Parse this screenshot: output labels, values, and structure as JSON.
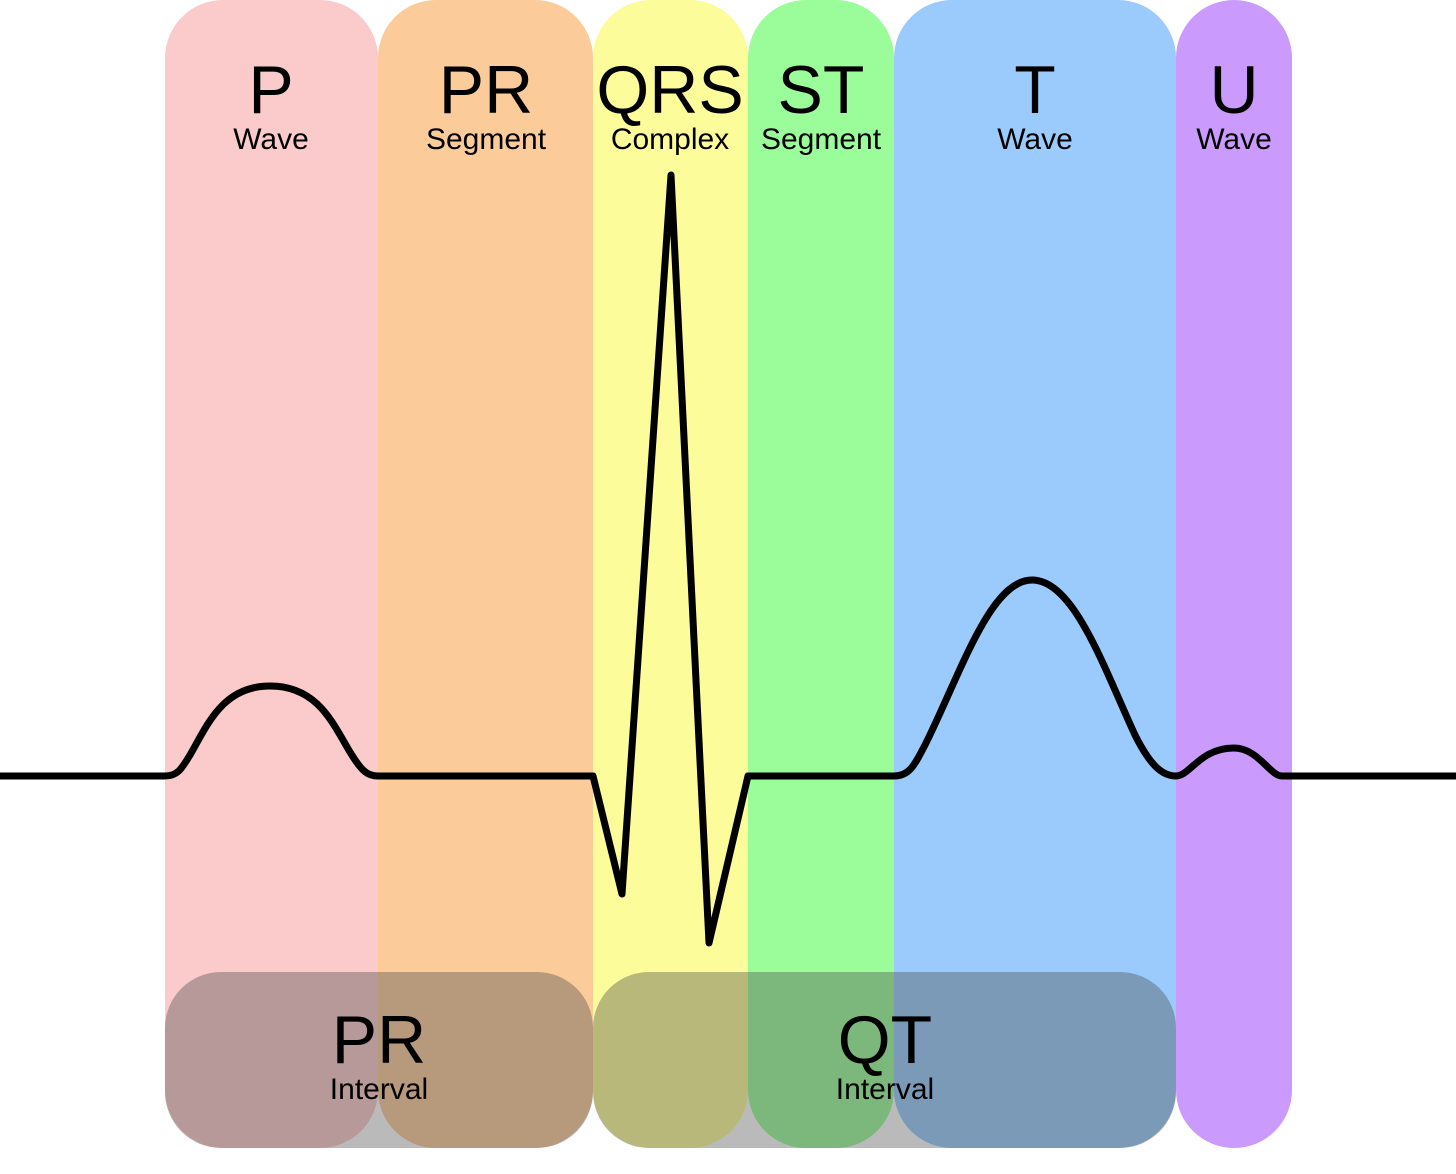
{
  "bands": [
    {
      "id": "p-wave",
      "symbol": "P",
      "subtitle": "Wave",
      "color": "#fbcaca"
    },
    {
      "id": "pr-segment",
      "symbol": "PR",
      "subtitle": "Segment",
      "color": "#fbcb9a"
    },
    {
      "id": "qrs-complex",
      "symbol": "QRS",
      "subtitle": "Complex",
      "color": "#fcfc9a"
    },
    {
      "id": "st-segment",
      "symbol": "ST",
      "subtitle": "Segment",
      "color": "#9bfc9a"
    },
    {
      "id": "t-wave",
      "symbol": "T",
      "subtitle": "Wave",
      "color": "#9acbfc"
    },
    {
      "id": "u-wave",
      "symbol": "U",
      "subtitle": "Wave",
      "color": "#ca9afc"
    }
  ],
  "intervals": [
    {
      "id": "pr-interval",
      "symbol": "PR",
      "subtitle": "Interval"
    },
    {
      "id": "qt-interval",
      "symbol": "QT",
      "subtitle": "Interval"
    }
  ],
  "trace_color": "#000000"
}
